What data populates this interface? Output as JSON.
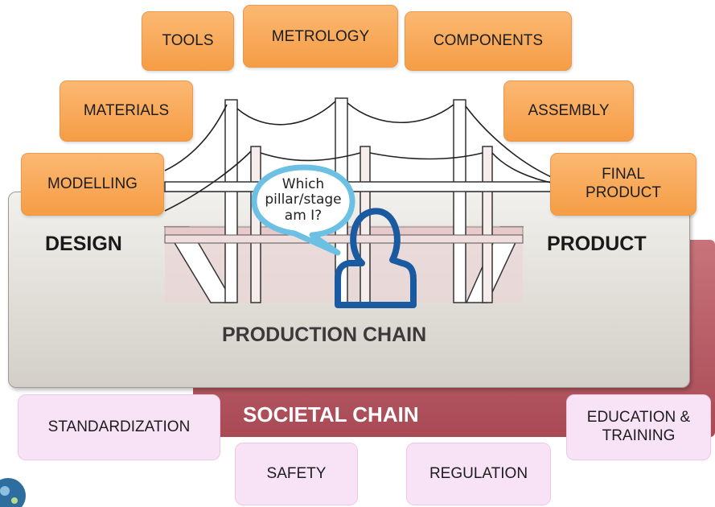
{
  "top_stages": [
    "TOOLS",
    "METROLOGY",
    "COMPONENTS"
  ],
  "left_stages": [
    "MATERIALS",
    "MODELLING"
  ],
  "right_stages": [
    "ASSEMBLY",
    "FINAL PRODUCT"
  ],
  "main_labels": {
    "design": "DESIGN",
    "product": "PRODUCT",
    "production_chain": "PRODUCTION CHAIN",
    "societal_chain": "SOCIETAL CHAIN"
  },
  "speech_bubble": "Which pillar/stage am I?",
  "societal_items": [
    "STANDARDIZATION",
    "SAFETY",
    "REGULATION",
    "EDUCATION & TRAINING"
  ],
  "colors": {
    "stage_box": "#f8a552",
    "societal_box": "#f8e2f6",
    "societal_bar": "#b85a62",
    "production_panel": "#dcd9d3",
    "person_outline": "#1a5aa0",
    "bubble_outline": "#6cc0e4"
  },
  "icons": [
    "person-icon",
    "speech-bubble-icon",
    "logo-icon"
  ]
}
